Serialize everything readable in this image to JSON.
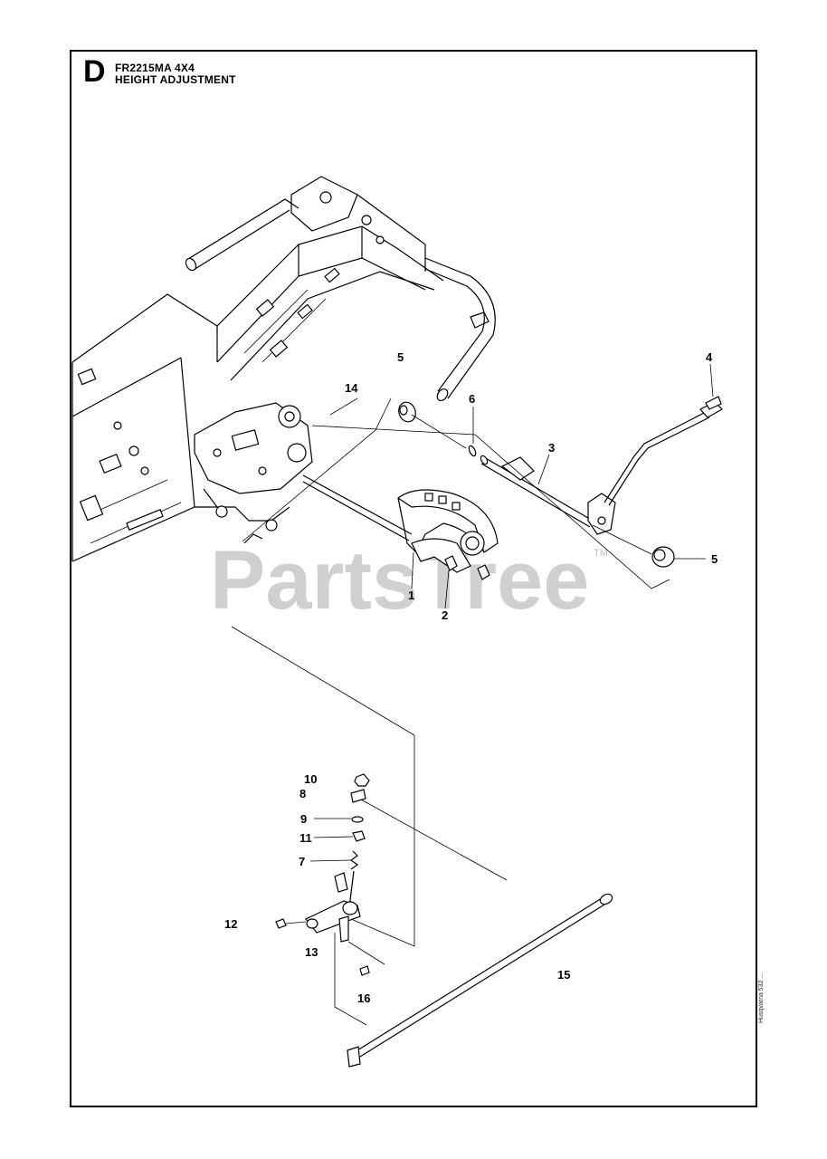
{
  "header": {
    "section_letter": "D",
    "model": "FR2215MA 4X4",
    "title": "HEIGHT ADJUSTMENT"
  },
  "watermark": {
    "text": "PartsTree",
    "trademark": "TM"
  },
  "side_code": "Husqvarna 532 ...",
  "callouts": [
    {
      "id": "c4",
      "label": "4"
    },
    {
      "id": "c5a",
      "label": "5"
    },
    {
      "id": "c14",
      "label": "14"
    },
    {
      "id": "c6",
      "label": "6"
    },
    {
      "id": "c3",
      "label": "3"
    },
    {
      "id": "c5b",
      "label": "5"
    },
    {
      "id": "c1",
      "label": "1"
    },
    {
      "id": "c2",
      "label": "2"
    },
    {
      "id": "c10",
      "label": "10"
    },
    {
      "id": "c8",
      "label": "8"
    },
    {
      "id": "c9",
      "label": "9"
    },
    {
      "id": "c11",
      "label": "11"
    },
    {
      "id": "c7",
      "label": "7"
    },
    {
      "id": "c12",
      "label": "12"
    },
    {
      "id": "c13",
      "label": "13"
    },
    {
      "id": "c16",
      "label": "16"
    },
    {
      "id": "c15",
      "label": "15"
    }
  ]
}
